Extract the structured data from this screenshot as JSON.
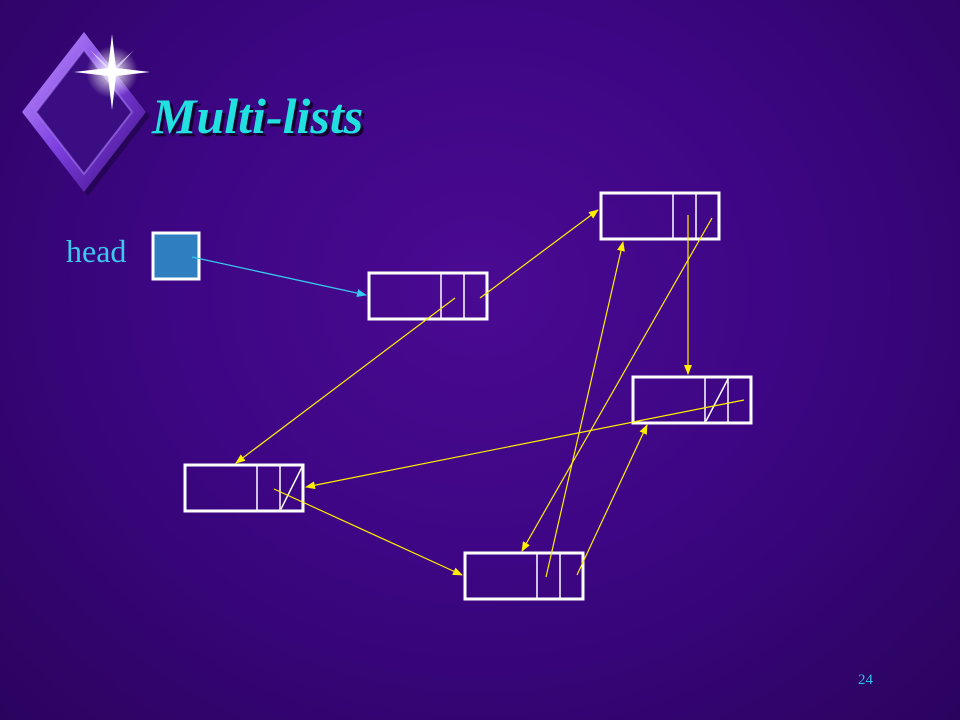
{
  "slide": {
    "title": "Multi-lists",
    "head_label": "head",
    "page_number": "24"
  },
  "diagram": {
    "nodes": [
      "node-1",
      "node-2",
      "node-3",
      "node-4",
      "node-5"
    ],
    "edges": [
      {
        "from": "head",
        "to": "node-1"
      },
      {
        "from": "node-1",
        "to": "node-2"
      },
      {
        "from": "node-1",
        "to": "node-4"
      },
      {
        "from": "node-2",
        "to": "node-3"
      },
      {
        "from": "node-2",
        "to": "node-5"
      },
      {
        "from": "node-3",
        "to": "node-4"
      },
      {
        "from": "node-4",
        "to": "node-5"
      },
      {
        "from": "node-5",
        "to": "node-2"
      },
      {
        "from": "node-5",
        "to": "node-3"
      }
    ],
    "colors": {
      "link_arrow": "#ffee00",
      "head_arrow": "#38c8ee",
      "head_fill": "#2f7fc0",
      "node_border": "#ffffff",
      "title": "#22e0e0"
    }
  }
}
